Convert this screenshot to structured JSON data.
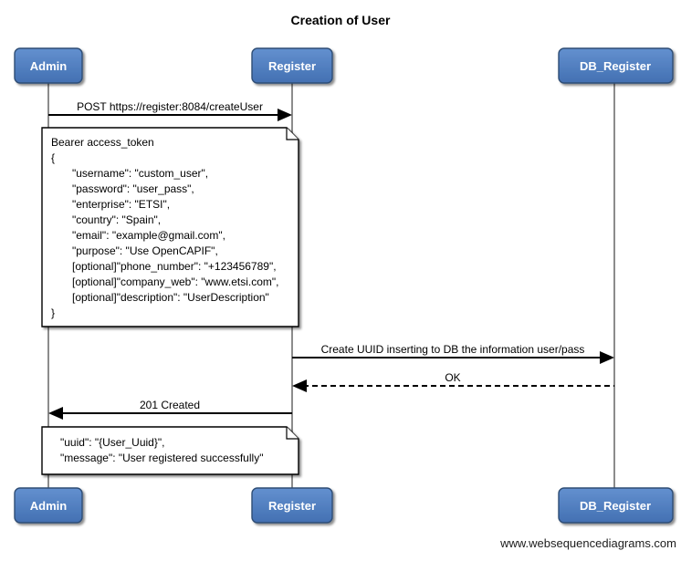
{
  "diagram": {
    "title": "Creation of User",
    "watermark": "www.websequencediagrams.com",
    "colors": {
      "actor_fill_top": "#6390cf",
      "actor_fill_bottom": "#4370b2",
      "actor_border": "#2e4d74",
      "lifeline": "#7f7f7f",
      "note_fill": "#ffffff",
      "arrow": "#000000"
    },
    "actors": [
      {
        "name": "Admin"
      },
      {
        "name": "Register"
      },
      {
        "name": "DB_Register"
      }
    ],
    "messages": [
      {
        "from": "Admin",
        "to": "Register",
        "style": "solid",
        "label": "POST https://register:8084/createUser"
      },
      {
        "from": "Register",
        "to": "DB_Register",
        "style": "solid",
        "label": "Create UUID inserting to DB the information user/pass"
      },
      {
        "from": "DB_Register",
        "to": "Register",
        "style": "dashed",
        "label": "OK"
      },
      {
        "from": "Register",
        "to": "Admin",
        "style": "solid",
        "label": "201 Created"
      }
    ],
    "notes": [
      {
        "lines": [
          "Bearer access_token",
          "{",
          "\"username\": \"custom_user\",",
          "\"password\": \"user_pass\",",
          "\"enterprise\": \"ETSI\",",
          "\"country\": \"Spain\",",
          "\"email\": \"example@gmail.com\",",
          "\"purpose\": \"Use OpenCAPIF\",",
          "[optional]\"phone_number\": \"+123456789\",",
          "[optional]\"company_web\": \"www.etsi.com\",",
          "[optional]\"description\": \"UserDescription\"",
          "}"
        ]
      },
      {
        "lines": [
          "\"uuid\": \"{User_Uuid}\",",
          "\"message\": \"User registered successfully\""
        ]
      }
    ]
  }
}
